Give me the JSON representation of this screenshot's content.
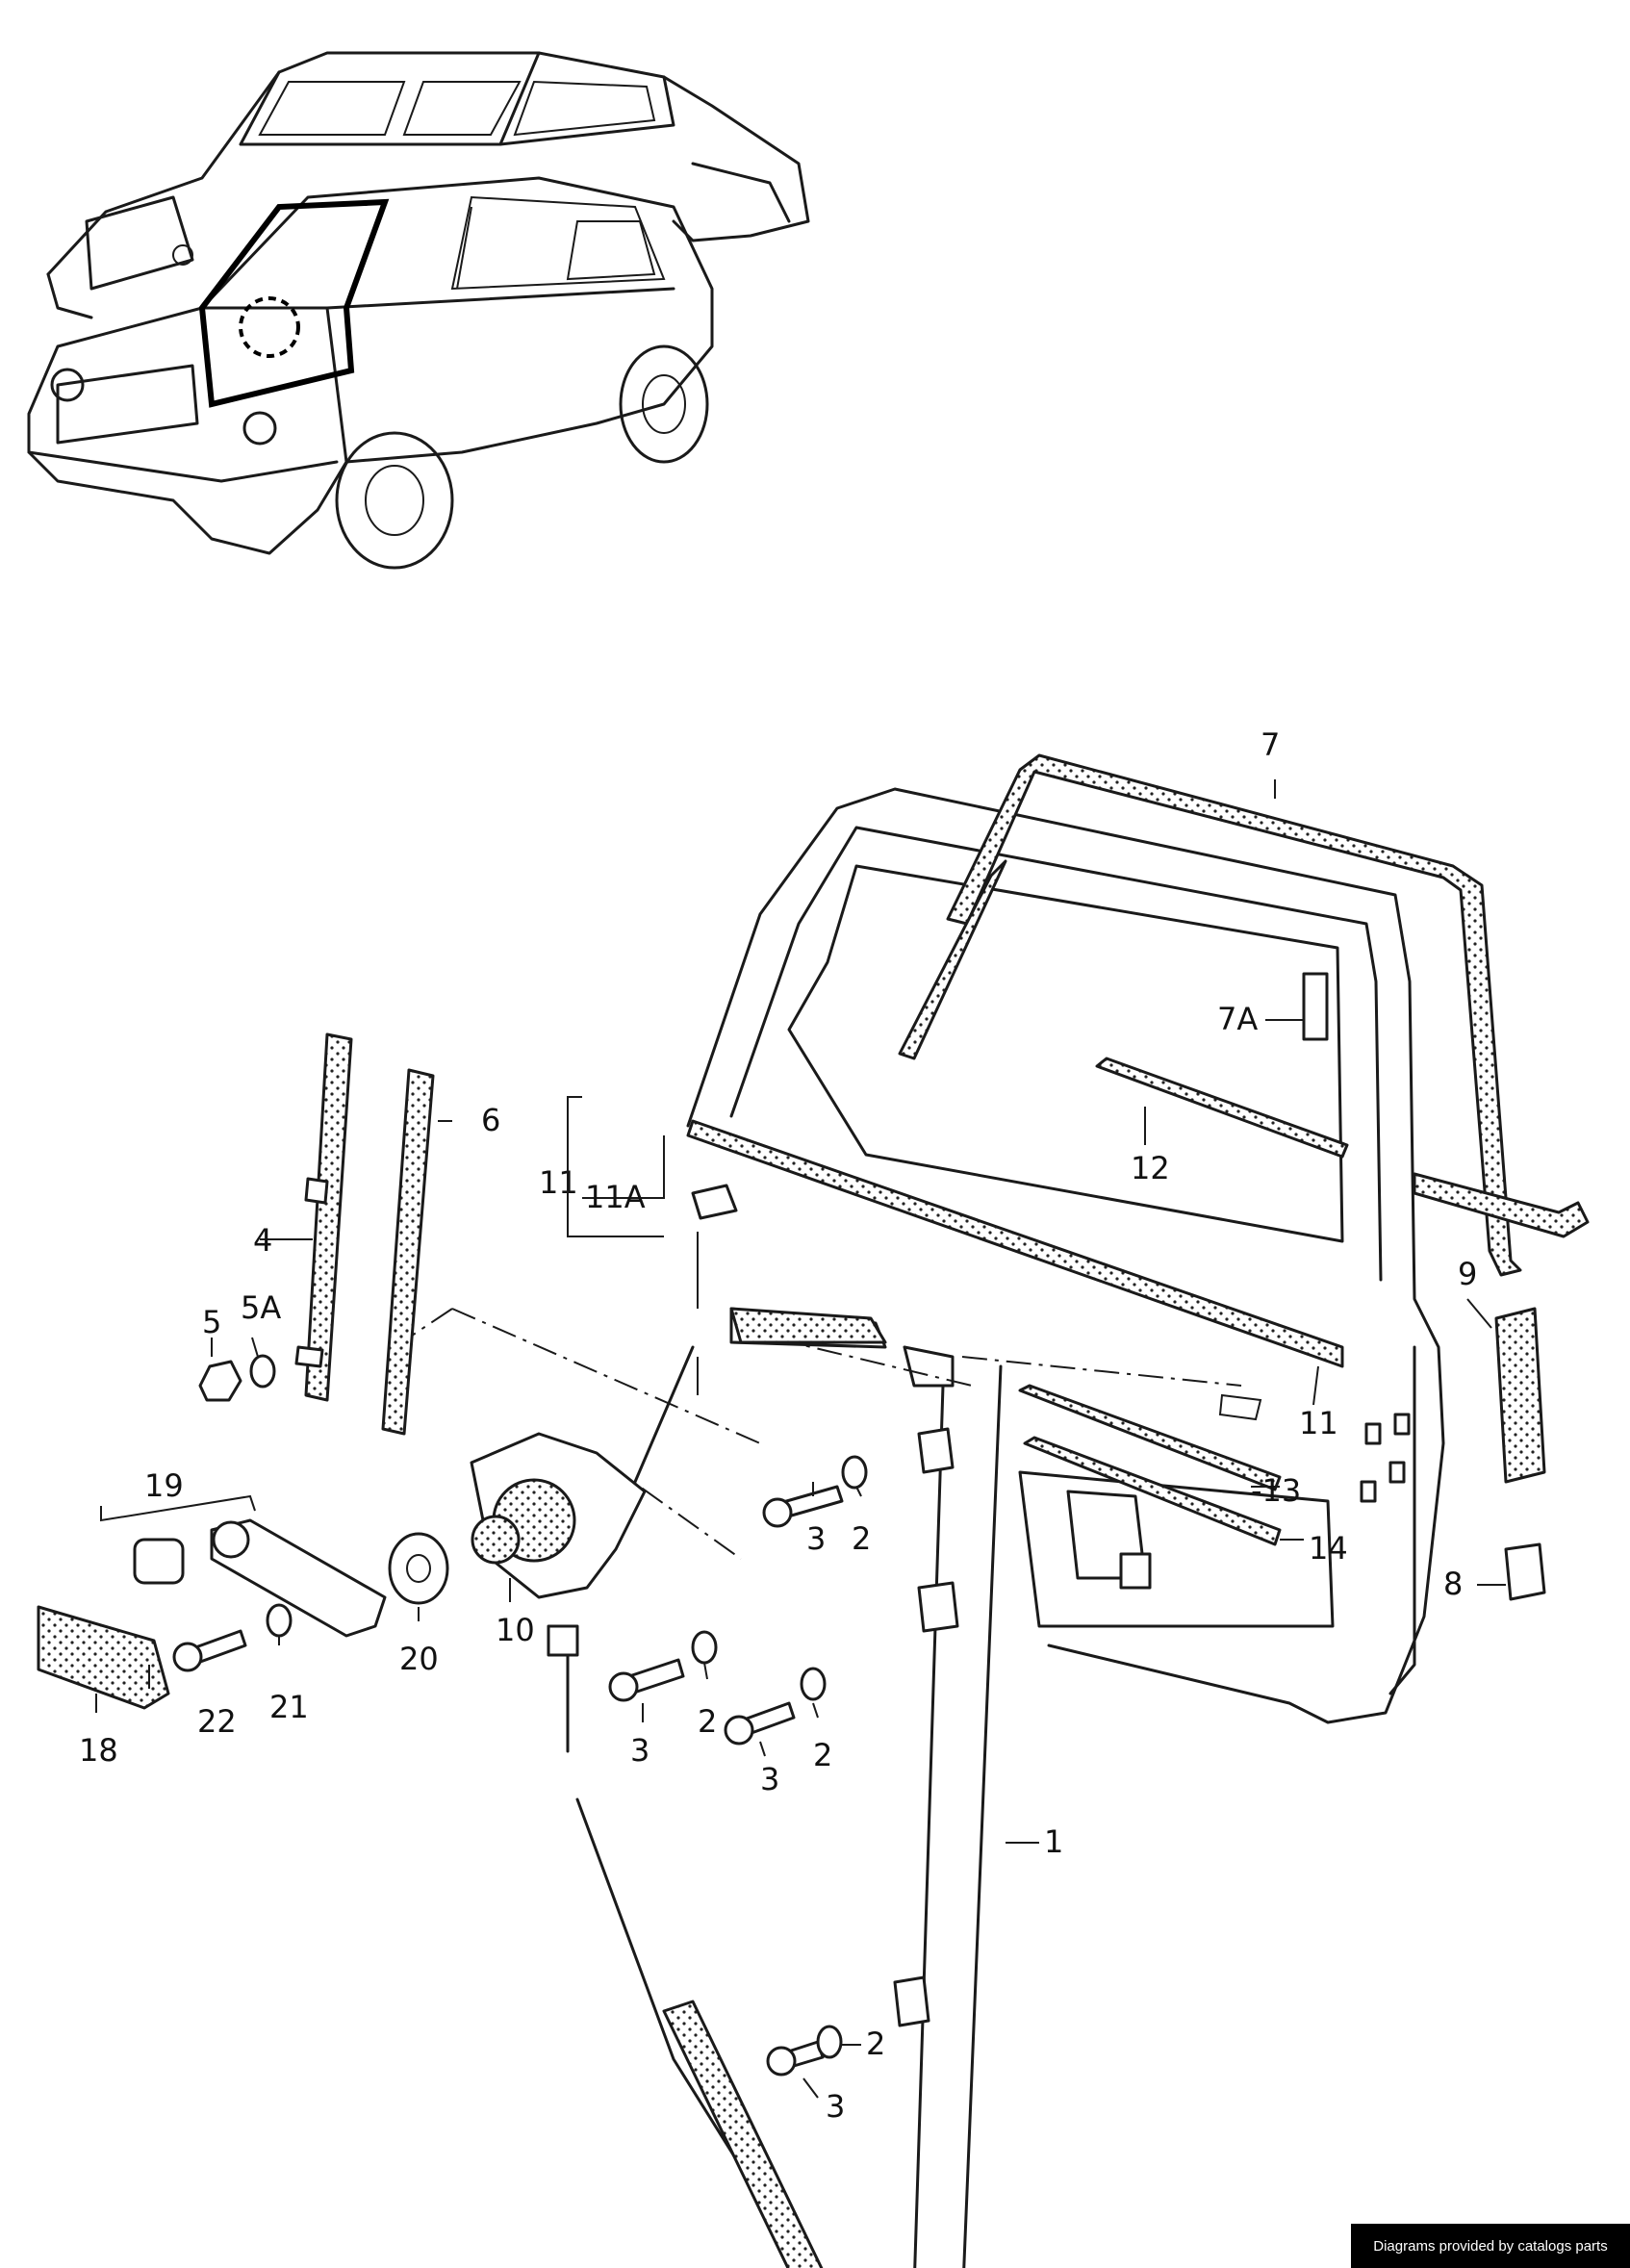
{
  "diagram": {
    "callouts": {
      "c1": "1",
      "c2a": "2",
      "c2b": "2",
      "c2c": "2",
      "c2d": "2",
      "c3a": "3",
      "c3b": "3",
      "c3c": "3",
      "c3d": "3",
      "c4": "4",
      "c5": "5",
      "c5A": "5A",
      "c6": "6",
      "c7": "7",
      "c7A": "7A",
      "c8": "8",
      "c9": "9",
      "c10": "10",
      "c11": "11",
      "c11b": "11",
      "c11A": "11A",
      "c12": "12",
      "c13": "-13",
      "c14": "14",
      "c18": "18",
      "c19": "19",
      "c20": "20",
      "c21": "21",
      "c22": "22"
    }
  },
  "footer": {
    "credit": "Diagrams provided by catalogs parts"
  }
}
